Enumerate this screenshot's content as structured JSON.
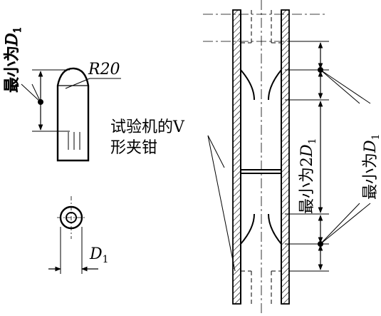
{
  "labels": {
    "min_d1_top_left": "最小为",
    "min_d1_top_left_sym": "D",
    "min_d1_top_left_sub": "1",
    "radius": "R20",
    "jaw_line1": "试验机的V",
    "jaw_line2": "形夹钳",
    "d1_bottom_sym": "D",
    "d1_bottom_sub": "1",
    "min_2d1": "最小为2",
    "min_2d1_sym": "D",
    "min_2d1_sub": "1",
    "min_d1_right": "最小为",
    "min_d1_right_sym": "D",
    "min_d1_right_sub": "1"
  }
}
